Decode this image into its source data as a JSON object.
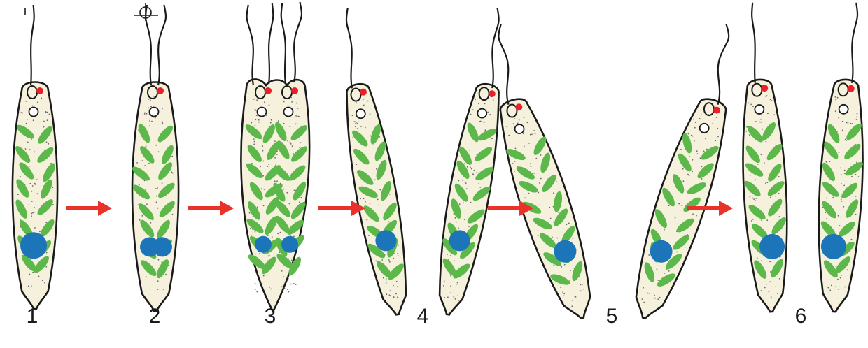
{
  "stages": [
    {
      "label": "1"
    },
    {
      "label": "2"
    },
    {
      "label": "3"
    },
    {
      "label": "4"
    },
    {
      "label": "5"
    },
    {
      "label": "6"
    }
  ],
  "colors": {
    "outline": "#1a1a1a",
    "cytoplasm": "#f6f1dc",
    "chloroplast": "#5cb84a",
    "nucleus": "#1b75b8",
    "eyespot": "#e8202a",
    "arrow": "#e8322a",
    "granule": "#6b6b6b"
  },
  "icons": [
    "flagellum",
    "eyespot",
    "contractile-vacuole",
    "chloroplast",
    "nucleus",
    "arrow-right-icon"
  ]
}
